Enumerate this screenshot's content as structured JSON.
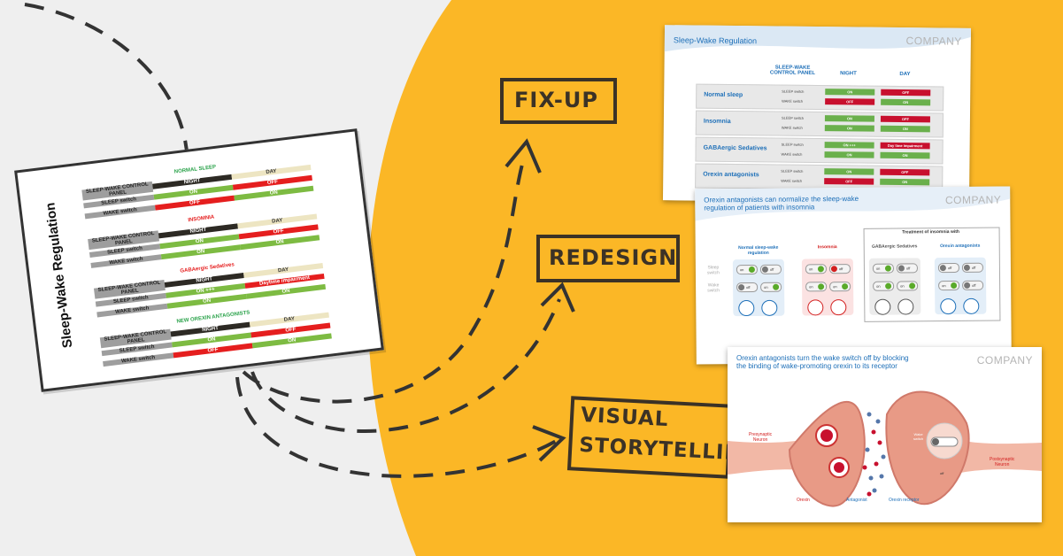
{
  "left_sketch": {
    "title": "Sleep-Wake Regulation",
    "blocks": [
      {
        "heading": "NORMAL SLEEP",
        "heading_color": "#2aa24a",
        "rows": [
          {
            "label": "SLEEP-WAKE CONTROL PANEL",
            "night": "NIGHT",
            "day": "DAY"
          },
          {
            "label": "SLEEP switch",
            "night": "ON",
            "day": "OFF"
          },
          {
            "label": "WAKE switch",
            "night": "OFF",
            "day": "ON"
          }
        ]
      },
      {
        "heading": "INSOMNIA",
        "heading_color": "#e51e1e",
        "rows": [
          {
            "label": "SLEEP-WAKE CONTROL PANEL",
            "night": "NIGHT",
            "day": "DAY"
          },
          {
            "label": "SLEEP switch",
            "night": "ON",
            "day": "OFF"
          },
          {
            "label": "WAKE switch",
            "night": "ON",
            "day": "ON"
          }
        ]
      },
      {
        "heading": "GABAergic Sedatives",
        "heading_color": "#e51e1e",
        "rows": [
          {
            "label": "SLEEP-WAKE CONTROL PANEL",
            "night": "NIGHT",
            "day": "DAY"
          },
          {
            "label": "SLEEP switch",
            "night": "ON +++",
            "day": "Daytime impairment"
          },
          {
            "label": "WAKE switch",
            "night": "ON",
            "day": "ON"
          }
        ]
      },
      {
        "heading": "NEW OREXIN ANTAGONISTS",
        "heading_color": "#2aa24a",
        "rows": [
          {
            "label": "SLEEP-WAKE CONTROL PANEL",
            "night": "NIGHT",
            "day": "DAY"
          },
          {
            "label": "SLEEP switch",
            "night": "ON",
            "day": "OFF"
          },
          {
            "label": "WAKE switch",
            "night": "OFF",
            "day": "ON"
          }
        ]
      }
    ]
  },
  "stages": {
    "fixup": "FIX-UP",
    "redesign": "REDESIGN",
    "visual1": "VISUAL",
    "visual2": "STORYTELLING"
  },
  "card1": {
    "title": "Sleep-Wake Regulation",
    "company": "COMPANY",
    "header_panel_1": "SLEEP-WAKE",
    "header_panel_2": "CONTROL PANEL",
    "header_night": "NIGHT",
    "header_day": "DAY",
    "sleep_switch": "SLEEP switch",
    "wake_switch": "WAKE switch",
    "rows": [
      {
        "name": "Normal sleep",
        "sleep_night": "ON",
        "sleep_day": "OFF",
        "wake_night": "OFF",
        "wake_day": "ON"
      },
      {
        "name": "Insomnia",
        "sleep_night": "ON",
        "sleep_day": "OFF",
        "wake_night": "ON",
        "wake_day": "ON"
      },
      {
        "name": "GABAergic Sedatives",
        "sleep_night": "ON +++",
        "sleep_day": "Day time impairment",
        "wake_night": "ON",
        "wake_day": "ON"
      },
      {
        "name": "Orexin antagonists",
        "sleep_night": "ON",
        "sleep_day": "OFF",
        "wake_night": "OFF",
        "wake_day": "ON"
      }
    ]
  },
  "card2": {
    "title_line1": "Orexin antagonists can normalize the sleep-wake",
    "title_line2": "regulation of patients with insomnia",
    "company": "COMPANY",
    "treatment_header": "Treatment of insomnia with",
    "side_sleep": "Sleep switch",
    "side_wake": "Wake switch",
    "on": "on",
    "off": "off",
    "columns": [
      {
        "name_line1": "Normal sleep-wake",
        "name_line2": "regulation",
        "color": "#1d6fb8"
      },
      {
        "name_line1": "Insomnia",
        "name_line2": "",
        "color": "#d32020"
      },
      {
        "name_line1": "GABAergic Sedatives",
        "name_line2": "",
        "color": "#555555"
      },
      {
        "name_line1": "Orexin antagonists",
        "name_line2": "",
        "color": "#1d6fb8"
      }
    ]
  },
  "card3": {
    "title_line1": "Orexin antagonists turn the wake switch off by blocking",
    "title_line2": "the binding of wake-promoting orexin to its receptor",
    "company": "COMPANY",
    "presynaptic_1": "Presynaptic",
    "presynaptic_2": "Neuron",
    "postsynaptic_1": "Postsynaptic",
    "postsynaptic_2": "Neuron",
    "orexin": "Orexin",
    "antagonist": "Antagonist",
    "receptor": "Orexin receptor",
    "wake_1": "Wake",
    "wake_2": "switch",
    "off": "off"
  },
  "colors": {
    "background": "#efefef",
    "yellow": "#fbb726",
    "ink": "#3b3226",
    "blue": "#1d6fb8",
    "red": "#c8102e",
    "green": "#6ab04c"
  }
}
